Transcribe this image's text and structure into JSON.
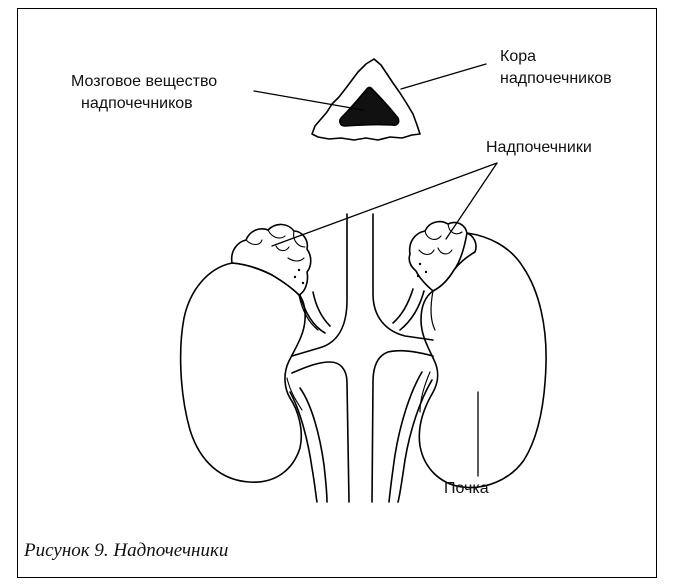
{
  "labels": {
    "medulla_line1": "Мозговое вещество",
    "medulla_line2": "надпочечников",
    "cortex_line1": "Кора",
    "cortex_line2": "надпочечников",
    "adrenal_glands": "Надпочечники",
    "kidney": "Почка"
  },
  "caption": "Рисунок 9. Надпочечники"
}
